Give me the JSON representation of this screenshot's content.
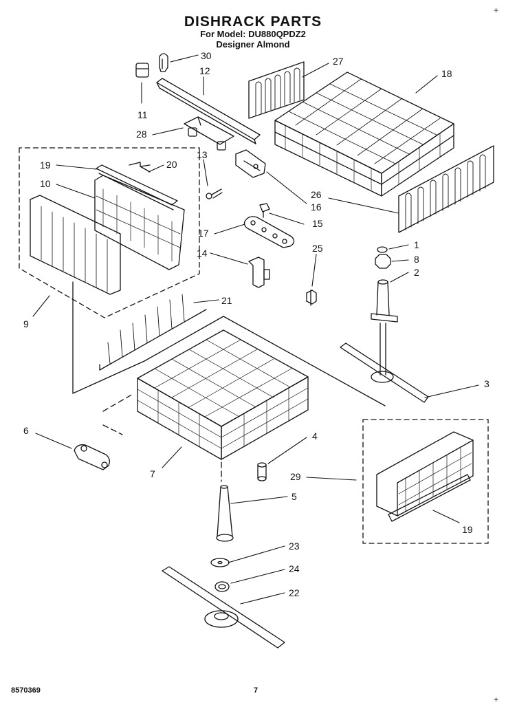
{
  "header": {
    "title": "DISHRACK PARTS",
    "model_line": "For Model: DU880QPDZ2",
    "color_line": "Designer Almond"
  },
  "callouts": {
    "c1": "1",
    "c2": "2",
    "c3": "3",
    "c4": "4",
    "c5": "5",
    "c6": "6",
    "c7": "7",
    "c8": "8",
    "c9": "9",
    "c10": "10",
    "c11": "11",
    "c12": "12",
    "c13": "13",
    "c14": "14",
    "c15": "15",
    "c16": "16",
    "c17": "17",
    "c18": "18",
    "c19a": "19",
    "c19b": "19",
    "c20": "20",
    "c21": "21",
    "c22": "22",
    "c23": "23",
    "c24": "24",
    "c25": "25",
    "c26": "26",
    "c27": "27",
    "c28": "28",
    "c29": "29",
    "c30": "30"
  },
  "footer": {
    "doc_number": "8570369",
    "page_number": "7"
  }
}
